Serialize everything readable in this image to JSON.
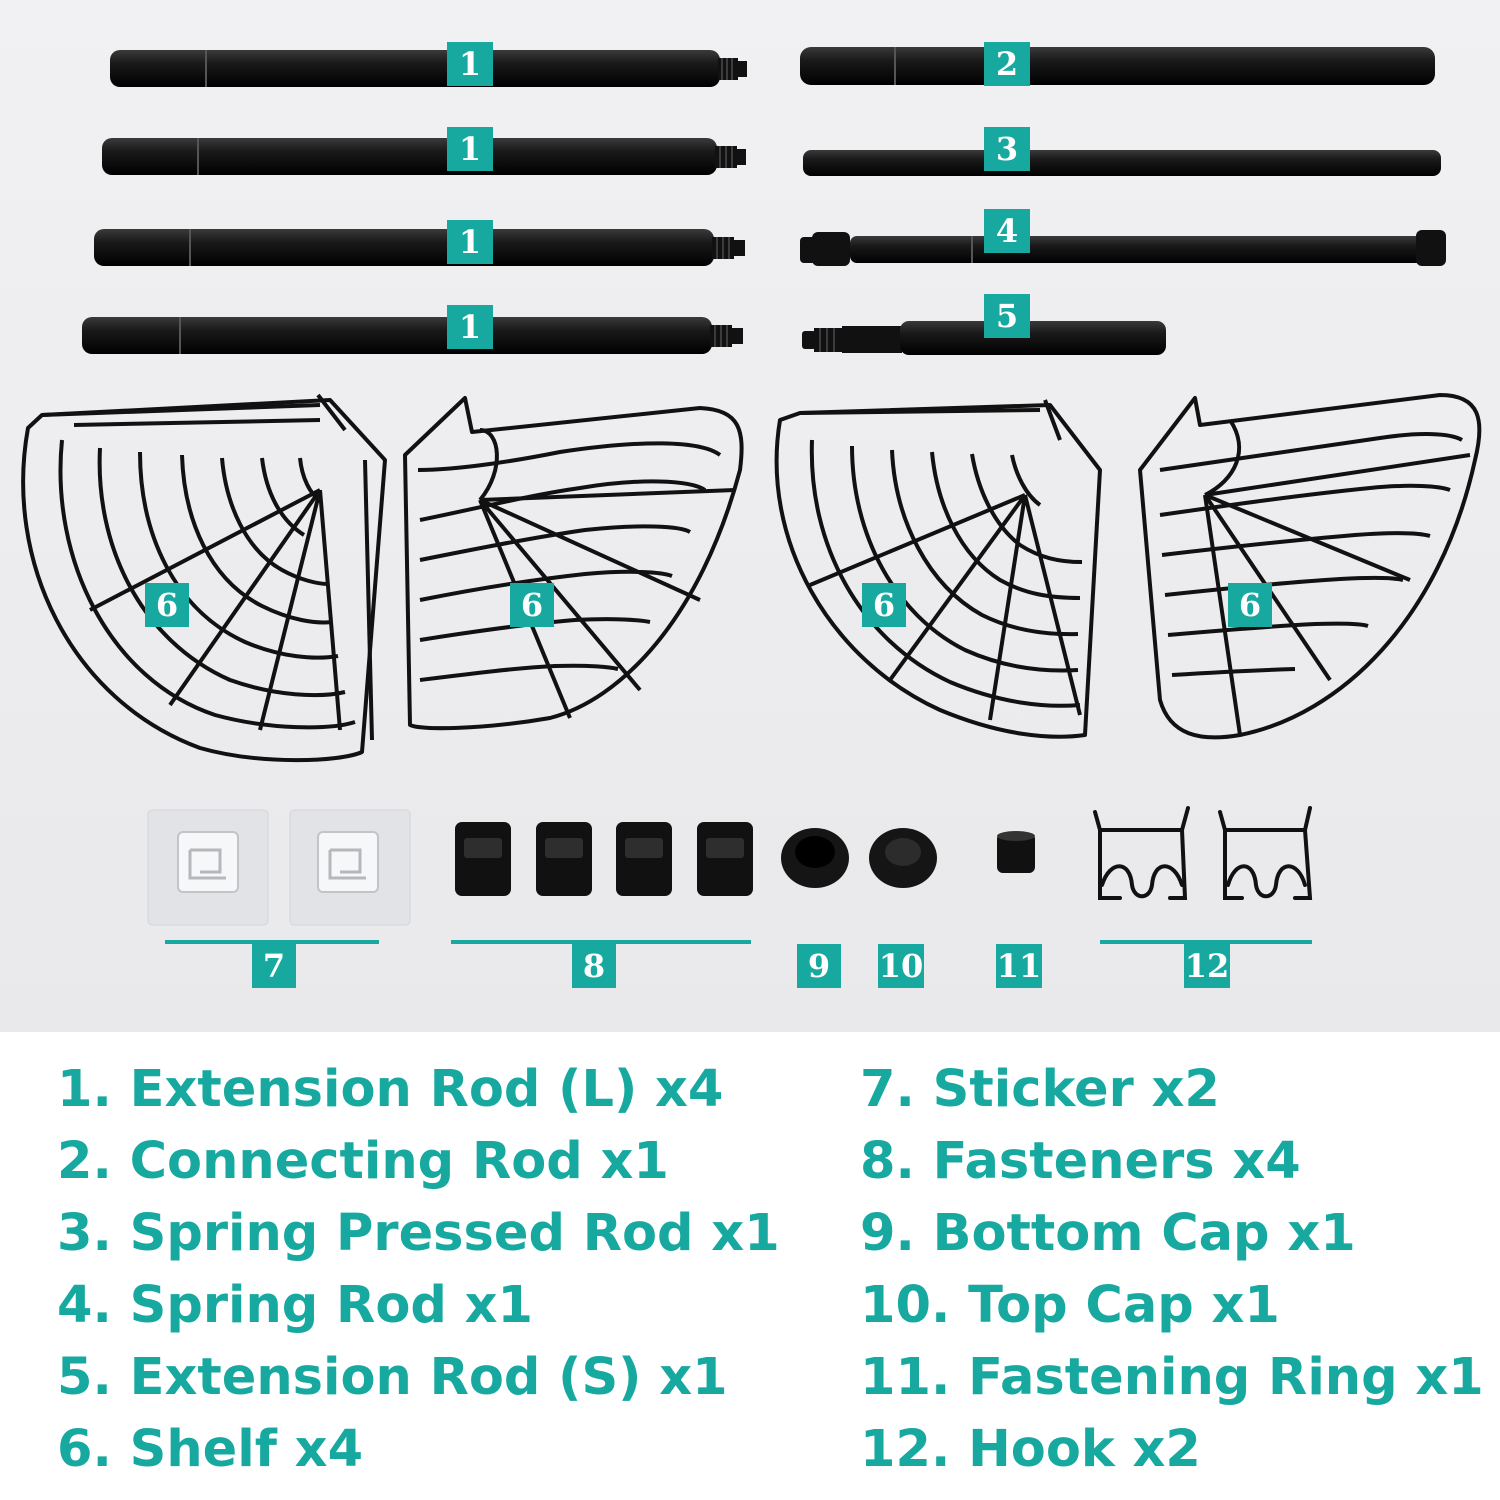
{
  "colors": {
    "accent": "#17a9a0",
    "hardware": "#111111",
    "background": "#ececee"
  },
  "photo_labels": {
    "rod_left_1": "1",
    "rod_left_2": "1",
    "rod_left_3": "1",
    "rod_left_4": "1",
    "rod_right_1": "2",
    "rod_right_2": "3",
    "rod_right_3": "4",
    "rod_right_4": "5",
    "shelf_1": "6",
    "shelf_2": "6",
    "shelf_3": "6",
    "shelf_4": "6",
    "group_stickers": "7",
    "group_fasteners": "8",
    "bottom_cap": "9",
    "top_cap": "10",
    "fastening_ring": "11",
    "group_hooks": "12"
  },
  "legend": {
    "left": [
      "1. Extension Rod (L) x4",
      "2. Connecting Rod x1",
      "3. Spring Pressed Rod x1",
      "4. Spring Rod x1",
      "5. Extension Rod (S) x1",
      "6. Shelf x4"
    ],
    "right": [
      "7. Sticker x2",
      "8. Fasteners x4",
      "9. Bottom Cap x1",
      "10. Top Cap x1",
      "11. Fastening Ring x1",
      "12. Hook x2"
    ]
  }
}
